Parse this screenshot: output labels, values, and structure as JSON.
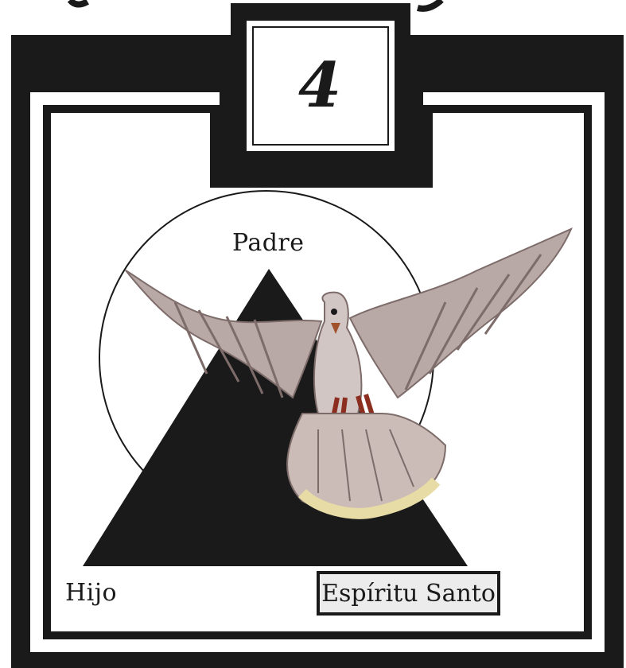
{
  "card": {
    "number": "4",
    "labels": {
      "top_vertex": "Padre",
      "left_vertex": "Hijo",
      "right_vertex": "Espíritu Santo"
    }
  },
  "colors": {
    "frame": "#1a1a1a",
    "background": "#ffffff",
    "label_box": "#ececec",
    "dove_body": "#b8a8a6",
    "dove_shadow": "#7d6c6a",
    "dove_tail_tip": "#e8dca6"
  },
  "icons": {
    "emblem": "triangle-in-circle-icon",
    "bird": "dove-icon"
  }
}
